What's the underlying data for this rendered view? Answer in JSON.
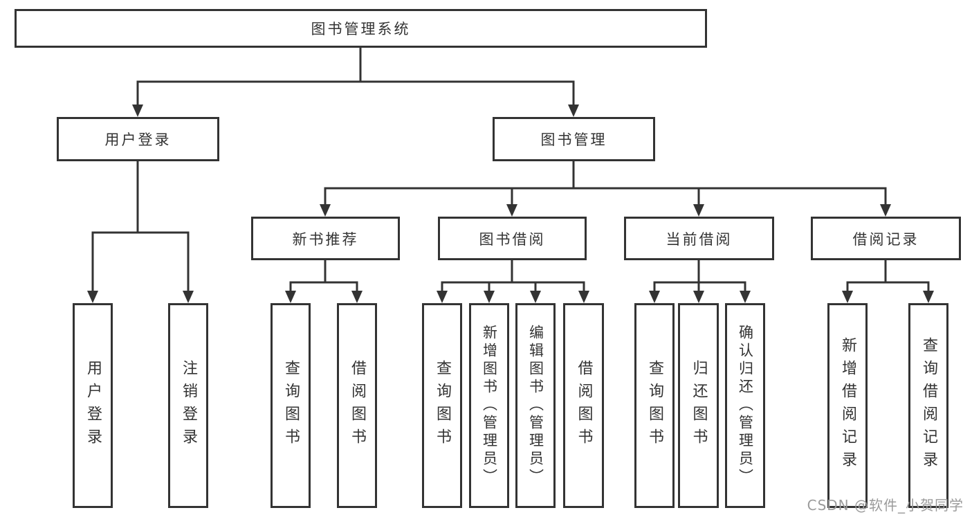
{
  "diagram_title": "图书管理系统",
  "nodes": {
    "root": "图书管理系统",
    "user_login": "用户登录",
    "book_mgmt": "图书管理",
    "new_book_rec": "新书推荐",
    "book_borrow": "图书借阅",
    "current_borrow": "当前借阅",
    "borrow_record": "借阅记录",
    "ul_login": "用户登录",
    "ul_logout": "注销登录",
    "rec_query_book": "查询图书",
    "rec_borrow_book": "借阅图书",
    "bor_query_book": "查询图书",
    "bor_add_book": "新增图书（管理员）",
    "bor_edit_book": "编辑图书（管理员）",
    "bor_borrow_book": "借阅图书",
    "cur_query_book": "查询图书",
    "cur_return_book": "归还图书",
    "cur_confirm_return": "确认归还（管理员）",
    "brc_add_record": "新增借阅记录",
    "brc_query_record": "查询借阅记录"
  },
  "tree": {
    "图书管理系统": {
      "用户登录": [
        "用户登录",
        "注销登录"
      ],
      "图书管理": {
        "新书推荐": [
          "查询图书",
          "借阅图书"
        ],
        "图书借阅": [
          "查询图书",
          "新增图书（管理员）",
          "编辑图书（管理员）",
          "借阅图书"
        ],
        "当前借阅": [
          "查询图书",
          "归还图书",
          "确认归还（管理员）"
        ],
        "借阅记录": [
          "新增借阅记录",
          "查询借阅记录"
        ]
      }
    }
  },
  "watermark": "CSDN @软件_小贺同学",
  "colors": {
    "line": "#333333",
    "box_border": "#333333",
    "text": "#333333",
    "watermark": "#9b9b9b",
    "background": "#ffffff"
  }
}
